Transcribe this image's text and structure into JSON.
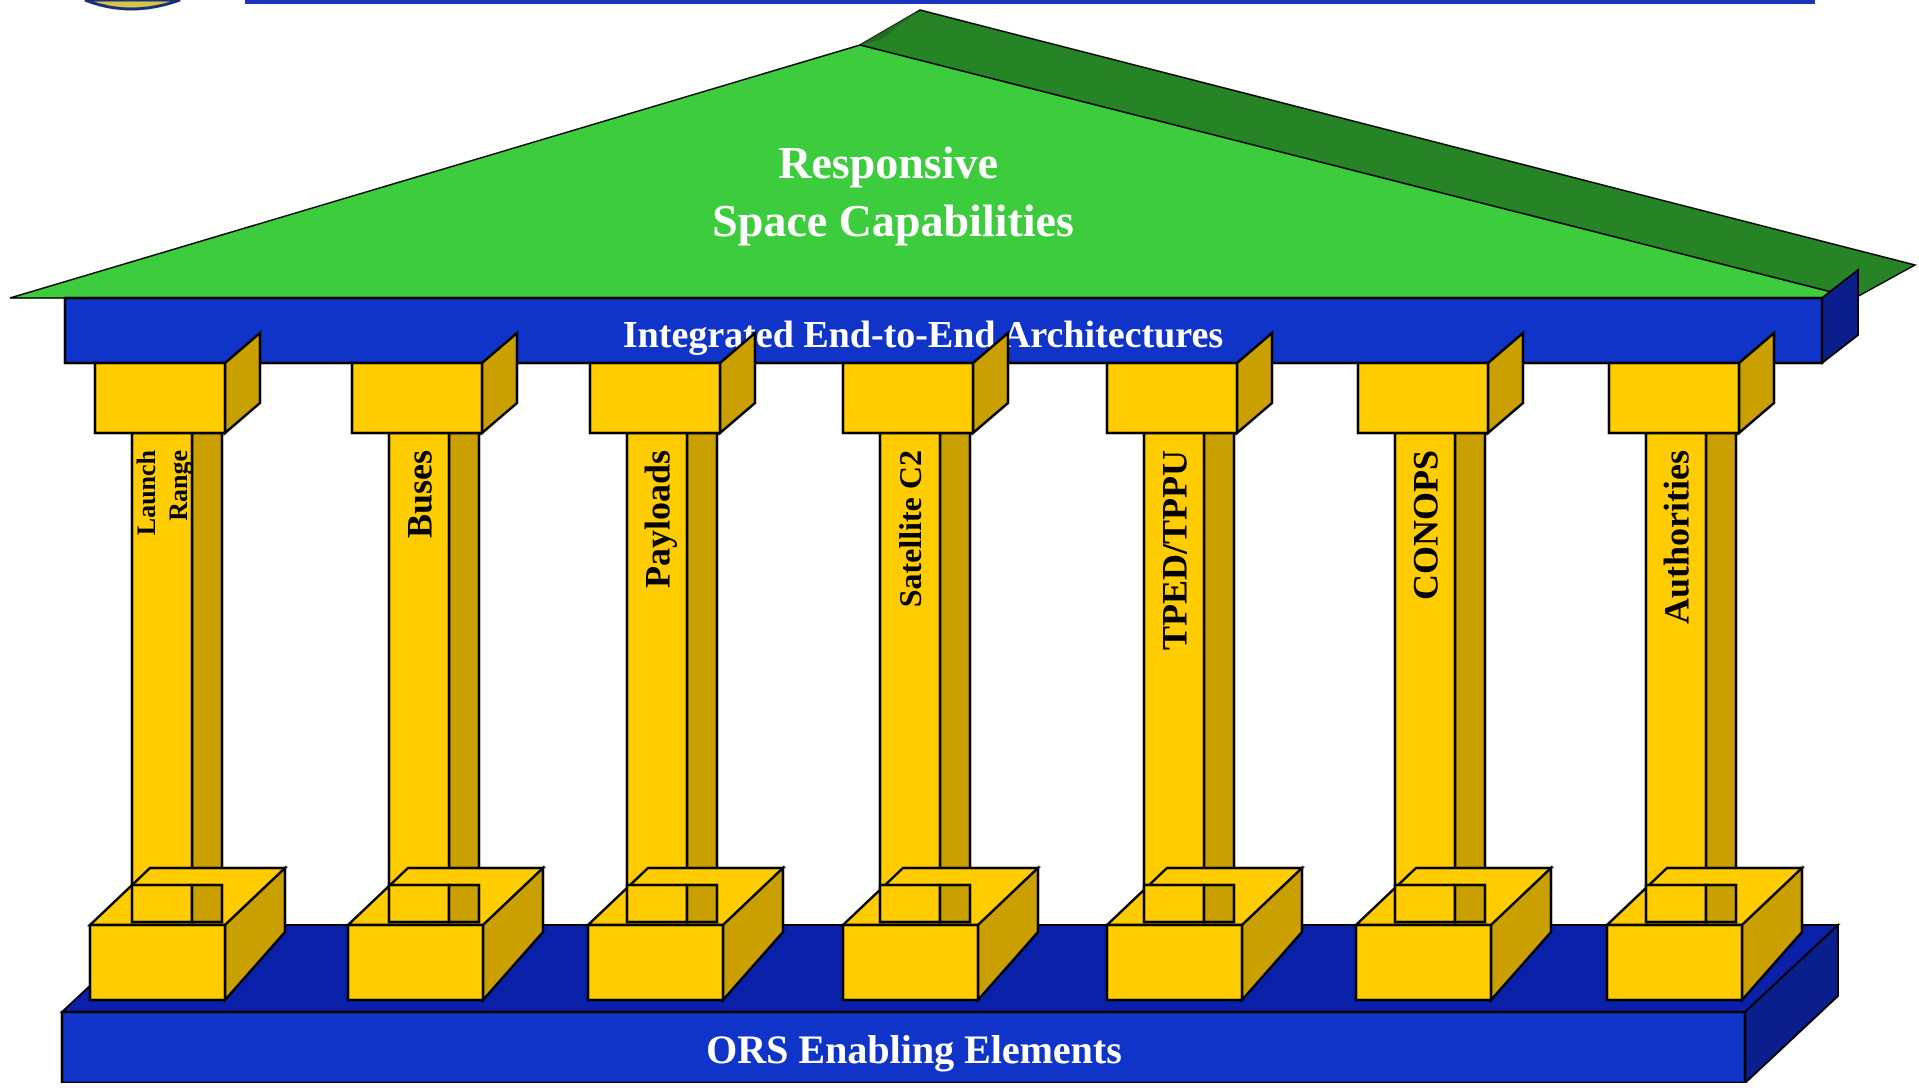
{
  "roof": {
    "title_line1": "Responsive",
    "title_line2": "Space Capabilities"
  },
  "architrave": {
    "label": "Integrated End-to-End Architectures"
  },
  "foundation": {
    "label": "ORS Enabling Elements"
  },
  "pillars": [
    {
      "name": "launch-range",
      "lines": [
        "Launch",
        "Range"
      ]
    },
    {
      "name": "buses",
      "lines": [
        "Buses"
      ]
    },
    {
      "name": "payloads",
      "lines": [
        "Payloads"
      ]
    },
    {
      "name": "satellite-c2",
      "lines": [
        "Satellite C2"
      ]
    },
    {
      "name": "tped-tppu",
      "lines": [
        "TPED/TPPU"
      ]
    },
    {
      "name": "conops",
      "lines": [
        "CONOPS"
      ]
    },
    {
      "name": "authorities",
      "lines": [
        "Authorities"
      ]
    }
  ],
  "colors": {
    "roof_front": "#3dcc3d",
    "roof_side": "#268426",
    "beam_blue": "#1034c8",
    "beam_dark": "#0b1f8c",
    "pillar_front": "#ffcc00",
    "pillar_side": "#c9a000",
    "outline": "#000000",
    "label_white": "#ffffff",
    "header_line": "#1a33c0"
  }
}
